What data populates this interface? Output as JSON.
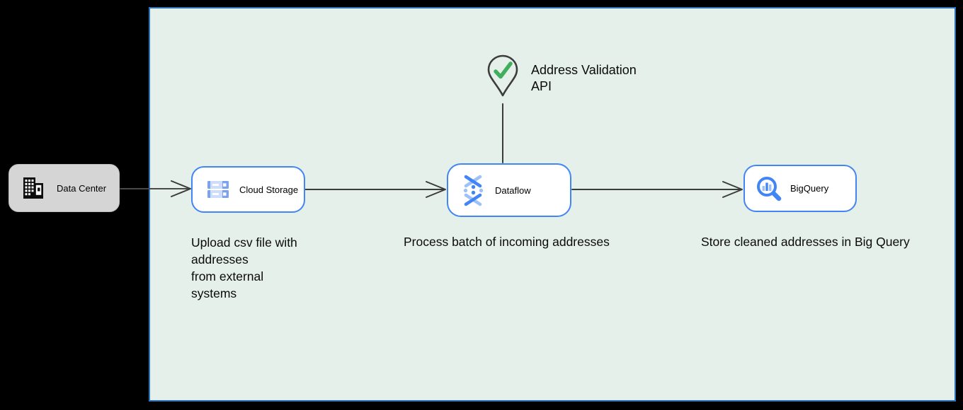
{
  "diagram": {
    "background": "#000000",
    "panel": {
      "fill": "#e4f0e9",
      "border_color": "#2e74b8"
    },
    "colors": {
      "node_border": "#4285f4",
      "node_fill": "#ffffff",
      "data_center_fill": "#d5d5d5",
      "connector": "#3c3c3c",
      "pin_outline": "#3d3d3d",
      "check_green": "#3fae5f",
      "icon_blue": "#4285f4",
      "icon_light_blue": "#9ec1f7"
    },
    "nodes": {
      "data_center": {
        "label": "Data Center",
        "icon": "building-icon"
      },
      "cloud_storage": {
        "label": "Cloud Storage",
        "icon": "cloud-storage-icon"
      },
      "dataflow": {
        "label": "Dataflow",
        "icon": "dataflow-icon"
      },
      "bigquery": {
        "label": "BigQuery",
        "icon": "bigquery-icon"
      },
      "address_validation_api": {
        "label": "Address Validation\nAPI",
        "icon": "map-pin-check-icon"
      }
    },
    "captions": {
      "cloud_storage": "Upload csv file with\naddresses\nfrom external\nsystems",
      "dataflow": "Process batch of incoming addresses",
      "bigquery": "Store cleaned addresses in Big Query"
    },
    "connectors": [
      {
        "from": "data-center",
        "to": "cloud-storage",
        "style": "open-arrow"
      },
      {
        "from": "cloud-storage",
        "to": "dataflow",
        "style": "open-arrow"
      },
      {
        "from": "dataflow",
        "to": "bigquery",
        "style": "open-arrow"
      },
      {
        "from": "address-validation-api",
        "to": "dataflow",
        "style": "plain-line"
      }
    ]
  }
}
